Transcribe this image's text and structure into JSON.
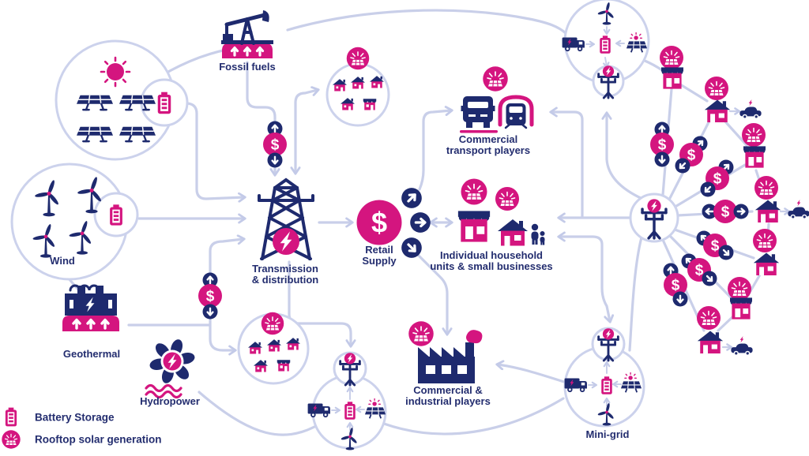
{
  "colors": {
    "pink": "#d4157f",
    "navy": "#1e2a6e",
    "connector": "#c9cfe9",
    "background": "#ffffff"
  },
  "symbols": {
    "dollar": "$"
  },
  "nodes": {
    "fossil_fuels": {
      "label": "Fossil fuels",
      "icon": "oil-pumpjack-icon"
    },
    "solar_farm": {
      "icon": "solar-farm-icon"
    },
    "wind": {
      "label": "Wind",
      "icon": "wind-turbines-icon"
    },
    "geothermal": {
      "label": "Geothermal",
      "icon": "geothermal-plant-icon"
    },
    "hydropower": {
      "label": "Hydropower",
      "icon": "hydro-turbine-icon"
    },
    "transmission": {
      "label_lines": [
        "Transmission",
        "& distribution"
      ],
      "icon": "transmission-tower-icon"
    },
    "retail_supply": {
      "label_lines": [
        "Retail",
        "Supply"
      ],
      "icon": "dollar-circle-icon"
    },
    "commercial_transport": {
      "label_lines": [
        "Commercial",
        "transport players"
      ],
      "icon": "truck-train-icon"
    },
    "households": {
      "label_lines": [
        "Individual household",
        "units & small businesses"
      ],
      "icon": "shop-house-people-icon"
    },
    "industrial": {
      "label_lines": [
        "Commercial &",
        "industrial players"
      ],
      "icon": "factory-icon"
    },
    "mini_grid": {
      "label": "Mini-grid",
      "icon": "mini-grid-icon"
    },
    "peer_to_peer_hub": {
      "icon": "utility-pole-icon"
    },
    "community_solar_top": {
      "icon": "houses-with-rooftop-solar-icon"
    },
    "community_solar_bottom": {
      "icon": "houses-with-rooftop-solar-icon"
    }
  },
  "legend": {
    "items": [
      {
        "icon": "battery-icon",
        "label": "Battery Storage"
      },
      {
        "icon": "rooftop-solar-icon",
        "label": "Rooftop solar generation"
      }
    ]
  }
}
